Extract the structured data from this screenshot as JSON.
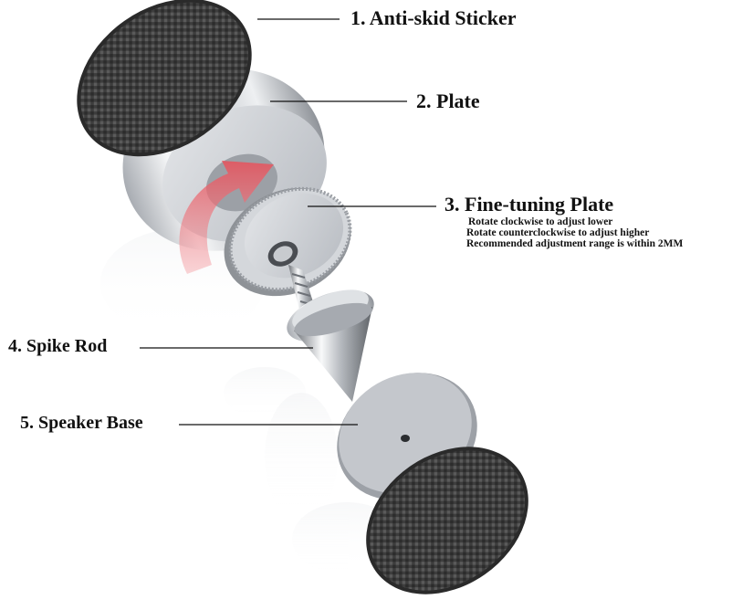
{
  "labels": {
    "sticker": "1. Anti-skid Sticker",
    "plate": "2. Plate",
    "fine_tuning": "3. Fine-tuning Plate",
    "fine_tuning_notes": [
      "Rotate clockwise to adjust lower",
      "Rotate counterclockwise to adjust higher",
      "Recommended adjustment range is within 2MM"
    ],
    "spike_rod": "4. Spike Rod",
    "speaker_base": "5. Speaker Base"
  },
  "colors": {
    "metal_light": "#f2f3f5",
    "metal_mid": "#c9ccd1",
    "metal_dark": "#8a8e94",
    "rubber": "#3a3a3a",
    "arrow": "#e8505a",
    "line": "#111111"
  }
}
